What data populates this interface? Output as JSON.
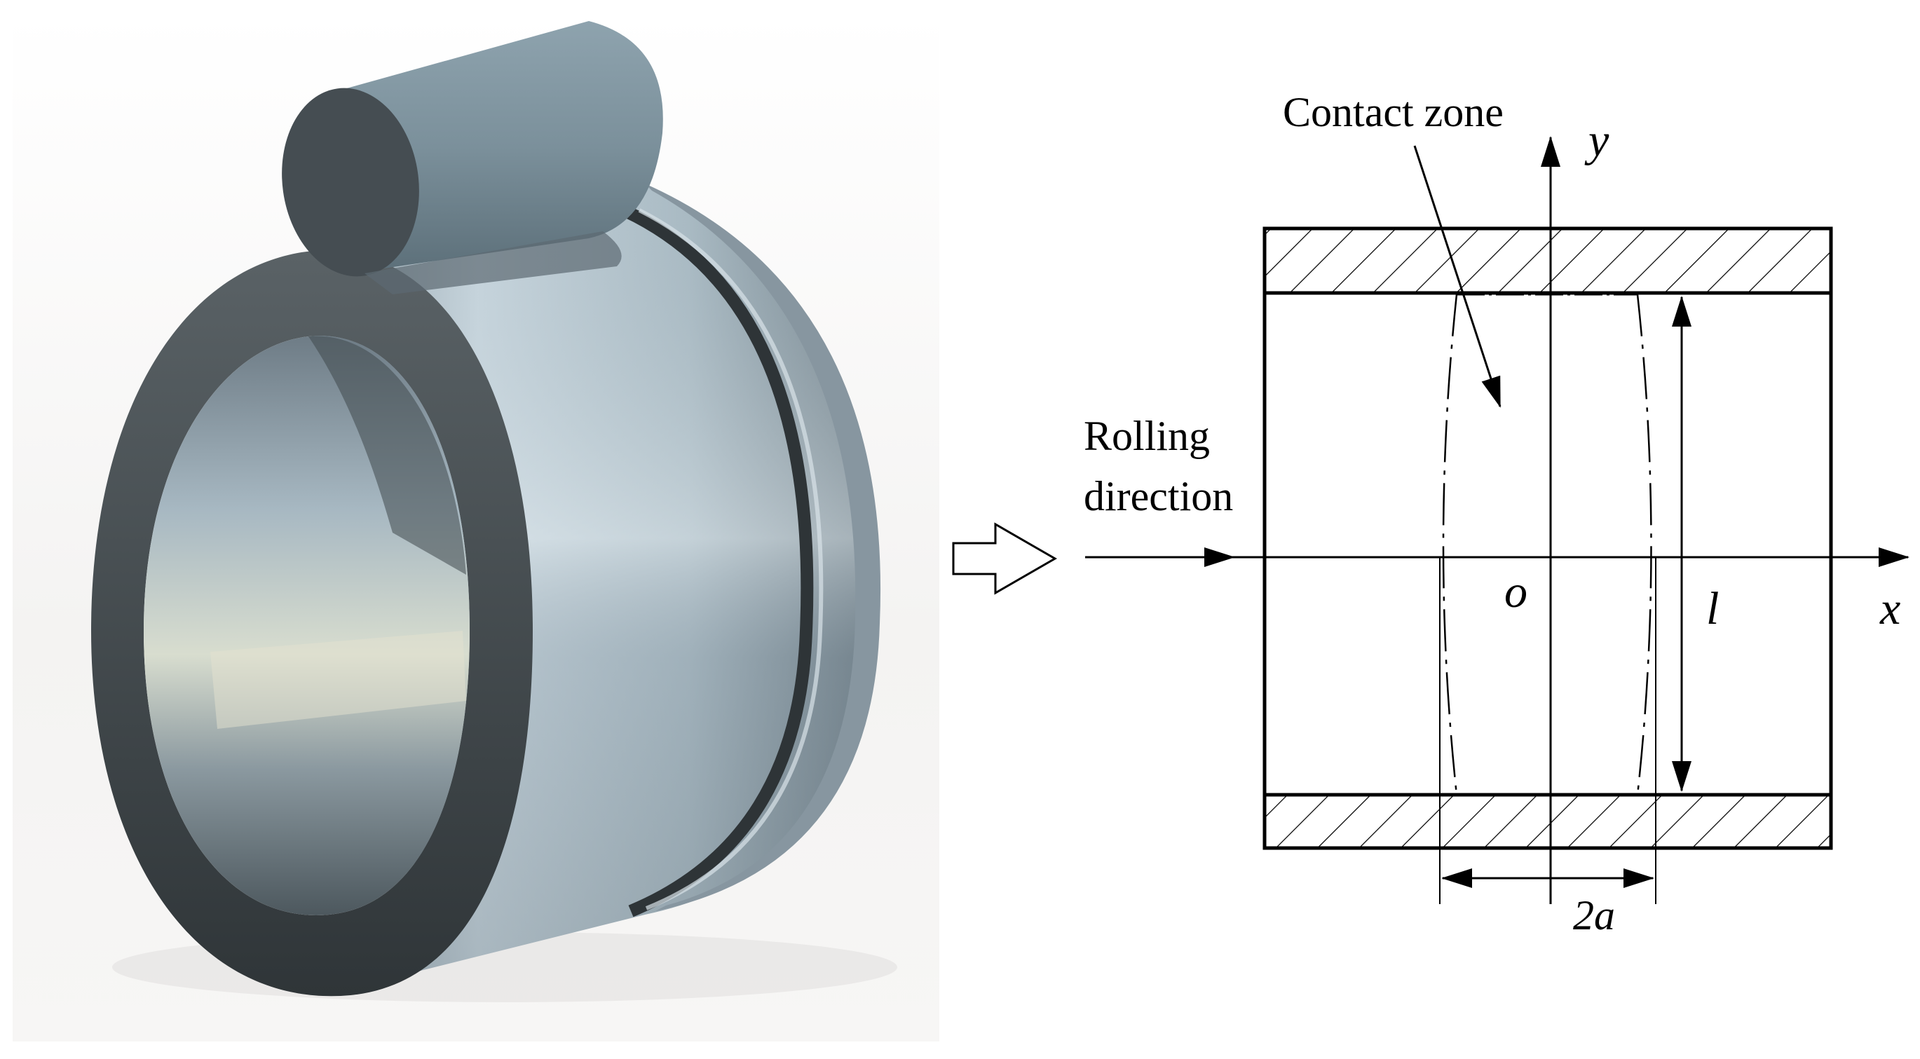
{
  "render": {
    "label": "",
    "roller": "roller-body",
    "ring": "bearing-ring"
  },
  "schematic": {
    "contact_zone_label": "Contact zone",
    "rolling_direction_line1": "Rolling",
    "rolling_direction_line2": "direction",
    "axis_y": "y",
    "axis_x": "x",
    "origin": "o",
    "length_label": "l",
    "width_label": "2a"
  },
  "colors": {
    "line": "#000000",
    "background": "#ffffff",
    "steel_light": "#c9d6de",
    "steel_dark": "#3d4448",
    "roller": "#6f8794"
  }
}
